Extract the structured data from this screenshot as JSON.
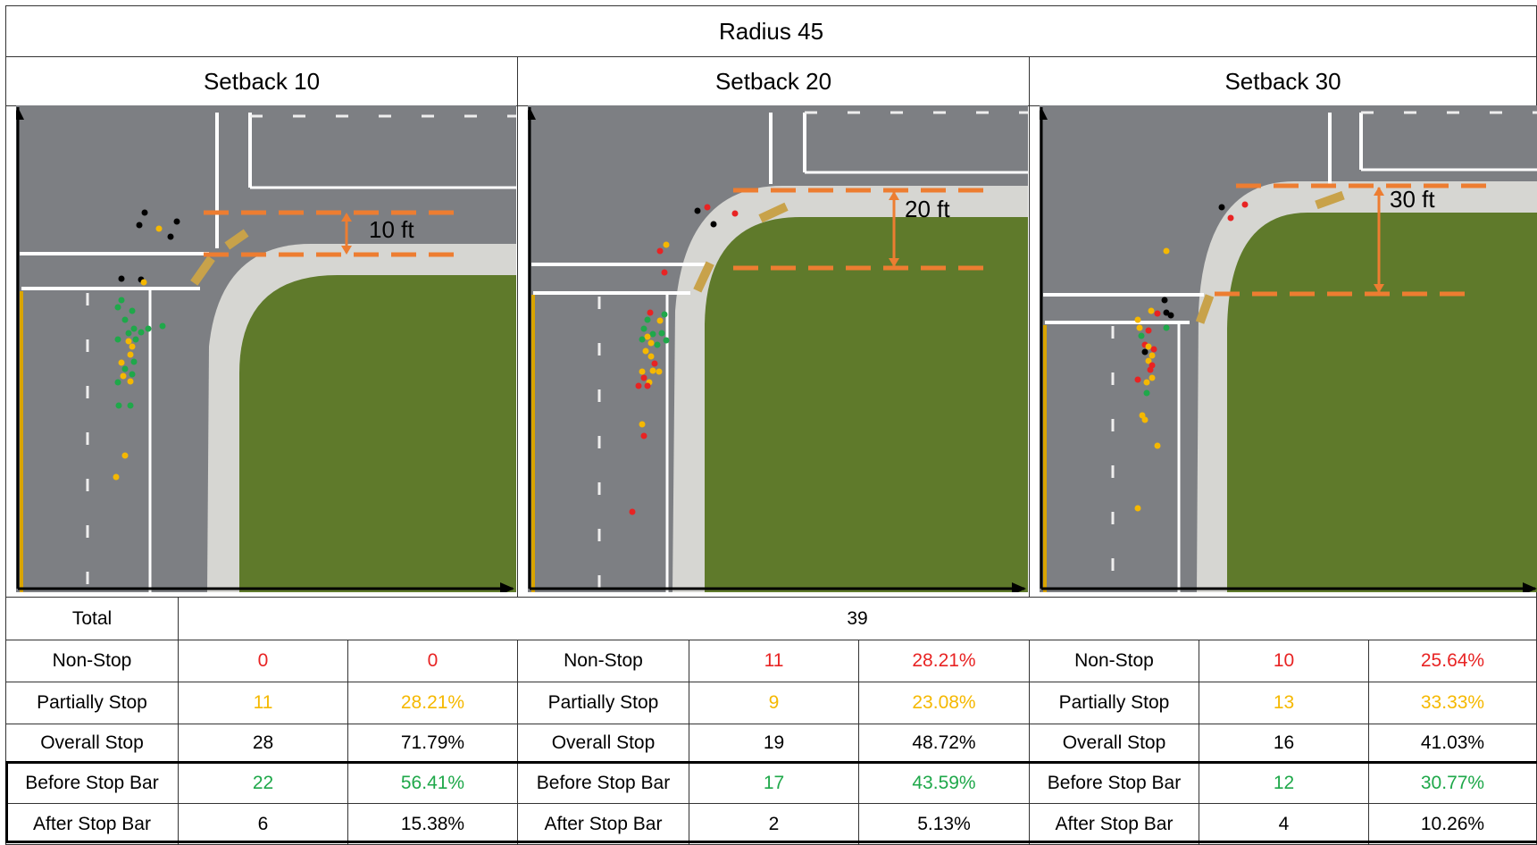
{
  "title": "Radius 45",
  "columns": [
    {
      "header": "Setback 10",
      "dim_label": "10 ft"
    },
    {
      "header": "Setback 20",
      "dim_label": "20 ft"
    },
    {
      "header": "Setback 30",
      "dim_label": "30 ft"
    }
  ],
  "total": {
    "label": "Total",
    "value": "39"
  },
  "rows": [
    {
      "label": "Non-Stop",
      "color": "#e82323",
      "cells": [
        [
          "0",
          "0"
        ],
        [
          "11",
          "28.21%"
        ],
        [
          "10",
          "25.64%"
        ]
      ]
    },
    {
      "label": "Partially Stop",
      "color": "#f5b800",
      "cells": [
        [
          "11",
          "28.21%"
        ],
        [
          "9",
          "23.08%"
        ],
        [
          "13",
          "33.33%"
        ]
      ]
    },
    {
      "label": "Overall Stop",
      "color": "#000000",
      "cells": [
        [
          "28",
          "71.79%"
        ],
        [
          "19",
          "48.72%"
        ],
        [
          "16",
          "41.03%"
        ]
      ]
    },
    {
      "label": "Before Stop Bar",
      "color": "#1fa84a",
      "cells": [
        [
          "22",
          "56.41%"
        ],
        [
          "17",
          "43.59%"
        ],
        [
          "12",
          "30.77%"
        ]
      ]
    },
    {
      "label": "After Stop Bar",
      "color": "#000000",
      "cells": [
        [
          "6",
          "15.38%"
        ],
        [
          "2",
          "5.13%"
        ],
        [
          "4",
          "10.26%"
        ]
      ]
    }
  ],
  "colors": {
    "road": "#7d7f83",
    "grass": "#5f7a2b",
    "curb": "#d6d6d2",
    "orange": "#ed7d31",
    "point_black": "#000000",
    "point_red": "#e82323",
    "point_yellow": "#f5b800",
    "point_green": "#1fa84a"
  }
}
